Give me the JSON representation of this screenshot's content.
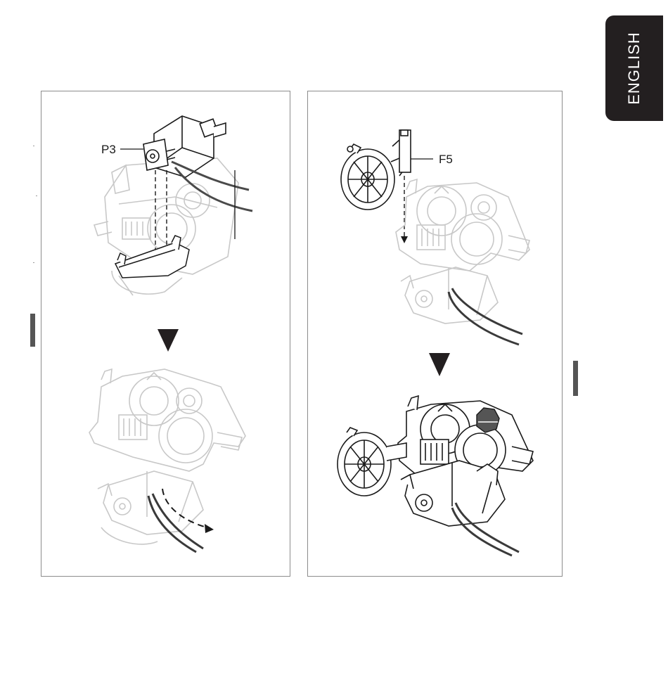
{
  "language_tab": {
    "label": "ENGLISH",
    "bg": "#231f20"
  },
  "step_left": {
    "part_callout": "P3"
  },
  "step_right": {
    "part_callout": "F5"
  },
  "colors": {
    "line": "#1a1a1a",
    "faded": "#c8c8c8",
    "panel_border": "#8c8c8c"
  }
}
